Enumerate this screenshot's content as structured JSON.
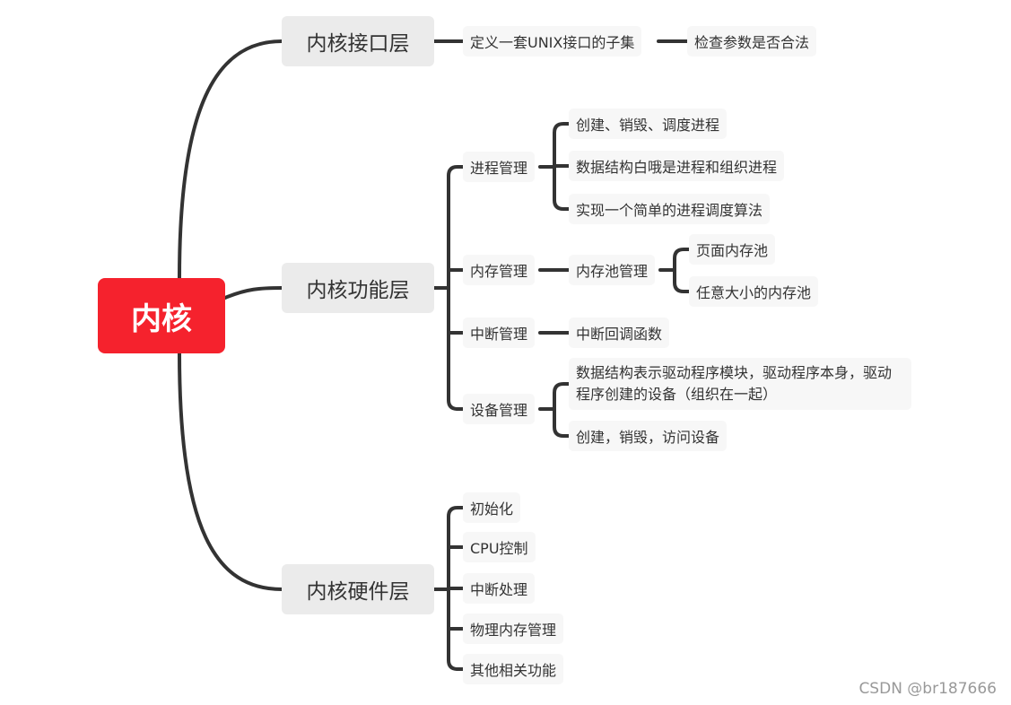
{
  "root": "内核",
  "layers": {
    "interface": {
      "label": "内核接口层",
      "child": "定义一套UNIX接口的子集",
      "grandchild": "检查参数是否合法"
    },
    "function": {
      "label": "内核功能层",
      "process": {
        "label": "进程管理",
        "items": [
          "创建、销毁、调度进程",
          "数据结构白哦是进程和组织进程",
          "实现一个简单的进程调度算法"
        ]
      },
      "memory": {
        "label": "内存管理",
        "pool": "内存池管理",
        "pool_items": [
          "页面内存池",
          "任意大小的内存池"
        ]
      },
      "interrupt": {
        "label": "中断管理",
        "item": "中断回调函数"
      },
      "device": {
        "label": "设备管理",
        "items": [
          "数据结构表示驱动程序模块，驱动程序本身，驱动程序创建的设备（组织在一起）",
          "创建，销毁，访问设备"
        ]
      }
    },
    "hardware": {
      "label": "内核硬件层",
      "items": [
        "初始化",
        "CPU控制",
        "中断处理",
        "物理内存管理",
        "其他相关功能"
      ]
    }
  },
  "watermark": "CSDN @br187666",
  "colors": {
    "root_bg": "#f5222d",
    "layer_bg": "#ebebeb",
    "leaf_bg": "#f7f7f7",
    "line": "#333333",
    "text": "#333333"
  }
}
